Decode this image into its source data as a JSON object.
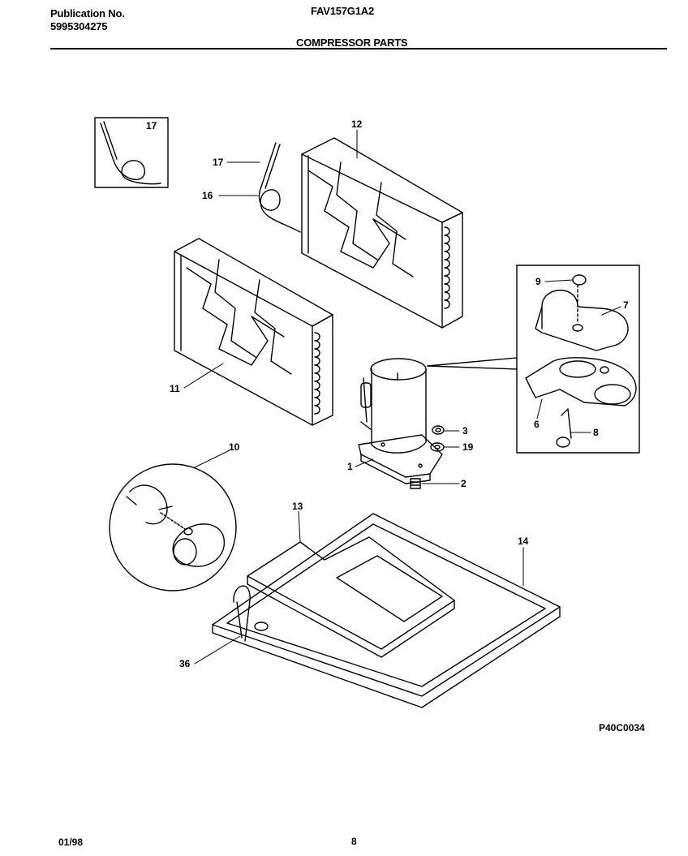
{
  "header": {
    "publication_label": "Publication No.",
    "publication_number": "5995304275",
    "model": "FAV157G1A2",
    "section_title": "COMPRESSOR PARTS"
  },
  "diagram": {
    "callouts": {
      "c17_inset": "17",
      "c12": "12",
      "c17": "17",
      "c16": "16",
      "c9": "9",
      "c7": "7",
      "c6": "6",
      "c8": "8",
      "c11": "11",
      "c3": "3",
      "c19": "19",
      "c1": "1",
      "c2": "2",
      "c10": "10",
      "c13": "13",
      "c14": "14",
      "c36": "36"
    },
    "drawing_code": "P40C0034"
  },
  "footer": {
    "date": "01/98",
    "page": "8"
  }
}
